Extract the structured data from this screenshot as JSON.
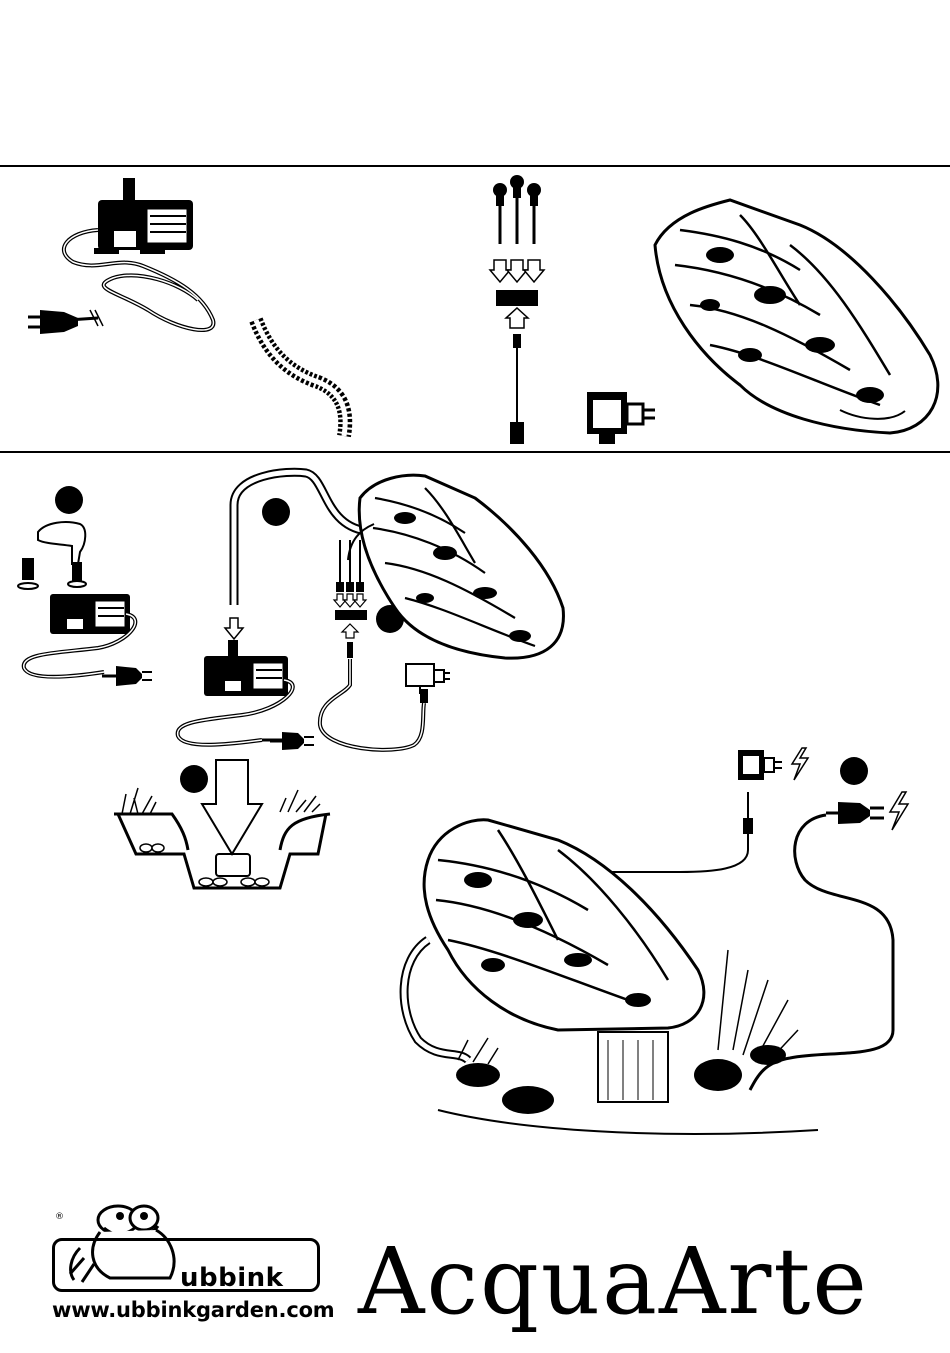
{
  "brand": {
    "logo_word": "ubbink",
    "registered_mark": "®",
    "website": "www.ubbinkgarden.com"
  },
  "product": {
    "name": "AcquaArte"
  },
  "icons": [
    "pump-icon",
    "hose-icon",
    "led-light-set-icon",
    "transformer-icon",
    "rock-waterfall-icon",
    "hand-icon",
    "power-plug-icon",
    "pond-icon",
    "lightning-icon",
    "frog-mascot-icon"
  ]
}
